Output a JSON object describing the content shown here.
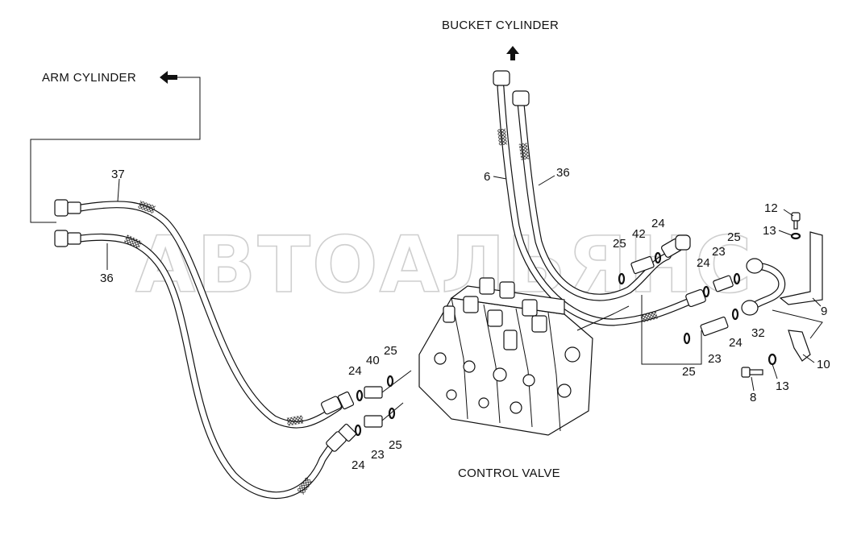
{
  "titles": {
    "bucket_cylinder": "BUCKET CYLINDER",
    "arm_cylinder": "ARM CYLINDER",
    "control_valve": "CONTROL VALVE"
  },
  "watermark": "АВТОАЛЬЯНС",
  "part_labels": [
    {
      "id": "p37",
      "text": "37"
    },
    {
      "id": "p36a",
      "text": "36"
    },
    {
      "id": "p6",
      "text": "6"
    },
    {
      "id": "p36b",
      "text": "36"
    },
    {
      "id": "p12",
      "text": "12"
    },
    {
      "id": "p13a",
      "text": "13"
    },
    {
      "id": "p25a",
      "text": "25"
    },
    {
      "id": "p42",
      "text": "42"
    },
    {
      "id": "p24a",
      "text": "24"
    },
    {
      "id": "p25b",
      "text": "25"
    },
    {
      "id": "p24b",
      "text": "24"
    },
    {
      "id": "p23a",
      "text": "23"
    },
    {
      "id": "p9",
      "text": "9"
    },
    {
      "id": "p32",
      "text": "32"
    },
    {
      "id": "p24c",
      "text": "24"
    },
    {
      "id": "p23b",
      "text": "23"
    },
    {
      "id": "p25c",
      "text": "25"
    },
    {
      "id": "p10",
      "text": "10"
    },
    {
      "id": "p13b",
      "text": "13"
    },
    {
      "id": "p8",
      "text": "8"
    },
    {
      "id": "p24d",
      "text": "24"
    },
    {
      "id": "p40",
      "text": "40"
    },
    {
      "id": "p25d",
      "text": "25"
    },
    {
      "id": "p24e",
      "text": "24"
    },
    {
      "id": "p23c",
      "text": "23"
    },
    {
      "id": "p25e",
      "text": "25"
    }
  ],
  "icons": [
    "arrow-up-icon",
    "arrow-left-icon"
  ]
}
